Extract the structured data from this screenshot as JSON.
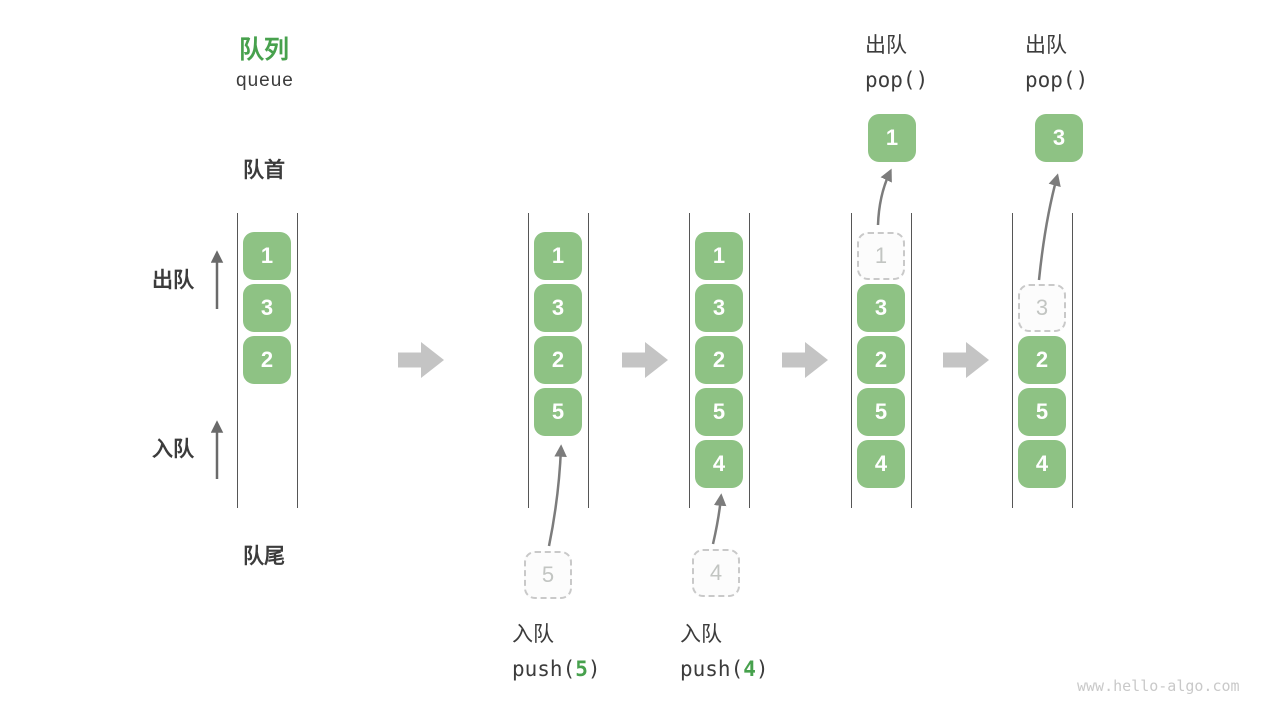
{
  "title": {
    "zh": "队列",
    "en": "queue"
  },
  "side_labels": {
    "front": "队首",
    "rear": "队尾",
    "dequeue": "出队",
    "enqueue": "入队"
  },
  "annotations": {
    "push5": {
      "label": "入队",
      "fn": "push(",
      "arg": "5",
      "close": ")",
      "ghost_value": "5"
    },
    "push4": {
      "label": "入队",
      "fn": "push(",
      "arg": "4",
      "close": ")",
      "ghost_value": "4"
    },
    "pop1": {
      "label": "出队",
      "code": "pop()",
      "result": "1"
    },
    "pop2": {
      "label": "出队",
      "code": "pop()",
      "result": "3"
    }
  },
  "queues": [
    {
      "name": "state-initial",
      "boxes": [
        {
          "value": "1",
          "slot": 0,
          "type": "solid"
        },
        {
          "value": "3",
          "slot": 1,
          "type": "solid"
        },
        {
          "value": "2",
          "slot": 2,
          "type": "solid"
        }
      ]
    },
    {
      "name": "state-after-push5",
      "boxes": [
        {
          "value": "1",
          "slot": 0,
          "type": "solid"
        },
        {
          "value": "3",
          "slot": 1,
          "type": "solid"
        },
        {
          "value": "2",
          "slot": 2,
          "type": "solid"
        },
        {
          "value": "5",
          "slot": 3,
          "type": "solid"
        }
      ]
    },
    {
      "name": "state-after-push4",
      "boxes": [
        {
          "value": "1",
          "slot": 0,
          "type": "solid"
        },
        {
          "value": "3",
          "slot": 1,
          "type": "solid"
        },
        {
          "value": "2",
          "slot": 2,
          "type": "solid"
        },
        {
          "value": "5",
          "slot": 3,
          "type": "solid"
        },
        {
          "value": "4",
          "slot": 4,
          "type": "solid"
        }
      ]
    },
    {
      "name": "state-after-pop1",
      "boxes": [
        {
          "value": "1",
          "slot": 0,
          "type": "ghost"
        },
        {
          "value": "3",
          "slot": 1,
          "type": "solid"
        },
        {
          "value": "2",
          "slot": 2,
          "type": "solid"
        },
        {
          "value": "5",
          "slot": 3,
          "type": "solid"
        },
        {
          "value": "4",
          "slot": 4,
          "type": "solid"
        }
      ]
    },
    {
      "name": "state-after-pop2",
      "boxes": [
        {
          "value": "3",
          "slot": 1,
          "type": "ghost"
        },
        {
          "value": "2",
          "slot": 2,
          "type": "solid"
        },
        {
          "value": "5",
          "slot": 3,
          "type": "solid"
        },
        {
          "value": "4",
          "slot": 4,
          "type": "solid"
        }
      ]
    }
  ],
  "watermark": "www.hello-algo.com",
  "colors": {
    "box_green": "#8EC284",
    "accent_green": "#47A14D",
    "block_arrow_gray": "#C4C4C4",
    "dark_text": "#3C3C3C",
    "ghost_border_gray": "#C9C9C9",
    "queue_line_gray": "#565656",
    "curve_arrow_gray": "#7C7C7C",
    "watermark_gray": "#C9C9C9"
  }
}
